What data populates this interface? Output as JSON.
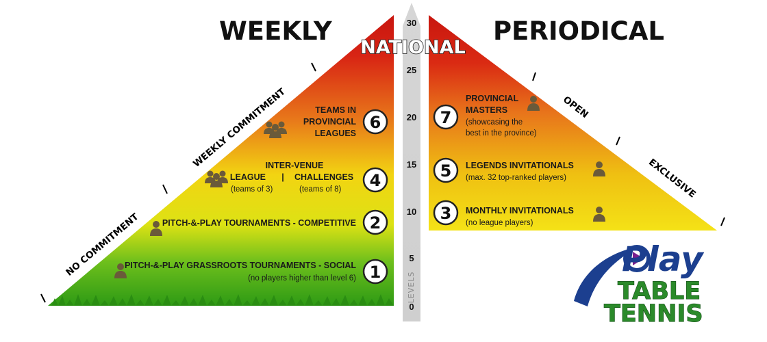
{
  "headings": {
    "weekly": "WEEKLY",
    "periodical": "PERIODICAL"
  },
  "national": "NATIONAL",
  "levels": {
    "label": "LEVELS",
    "ticks": [
      "30",
      "25",
      "20",
      "15",
      "10",
      "5",
      "0"
    ]
  },
  "left_edge": {
    "no_commitment": "NO COMMITMENT",
    "weekly_commitment": "WEEKLY COMMITMENT"
  },
  "right_edge": {
    "open": "OPEN",
    "exclusive": "EXCLUSIVE"
  },
  "tiers": {
    "t1": {
      "num": "1",
      "line1": "PITCH-&-PLAY GRASSROOTS TOURNAMENTS - SOCIAL",
      "line2": "(no players higher than level 6)"
    },
    "t2": {
      "num": "2",
      "line1": "PITCH-&-PLAY TOURNAMENTS - COMPETITIVE"
    },
    "t4": {
      "num": "4",
      "line1": "INTER-VENUE",
      "league": "LEAGUE",
      "sep": "|",
      "challenges": "CHALLENGES",
      "teams3": "(teams of 3)",
      "teams8": "(teams of 8)"
    },
    "t6": {
      "num": "6",
      "line1": "TEAMS IN",
      "line2": "PROVINCIAL",
      "line3": "LEAGUES"
    },
    "t3": {
      "num": "3",
      "line1": "MONTHLY INVITATIONALS",
      "line2": "(no league players)"
    },
    "t5": {
      "num": "5",
      "line1": "LEGENDS INVITATIONALS",
      "line2": "(max. 32 top-ranked players)"
    },
    "t7": {
      "num": "7",
      "line1": "PROVINCIAL",
      "line2": "MASTERS",
      "line3": "(showcasing the",
      "line4": "best in the province)"
    }
  },
  "logo": {
    "play": "Play",
    "table": "TABLE",
    "tennis": "TENNIS"
  },
  "icons": {
    "person": "person-icon",
    "group": "group-icon"
  },
  "colors": {
    "red": "#d41a12",
    "orange": "#e87a16",
    "yellow": "#f1dc10",
    "green": "#3aa31b",
    "badge_border": "#222222",
    "logo_blue": "#1c3f8f",
    "logo_green": "#2b8a2a",
    "logo_play_button": "#7a1f8e"
  }
}
